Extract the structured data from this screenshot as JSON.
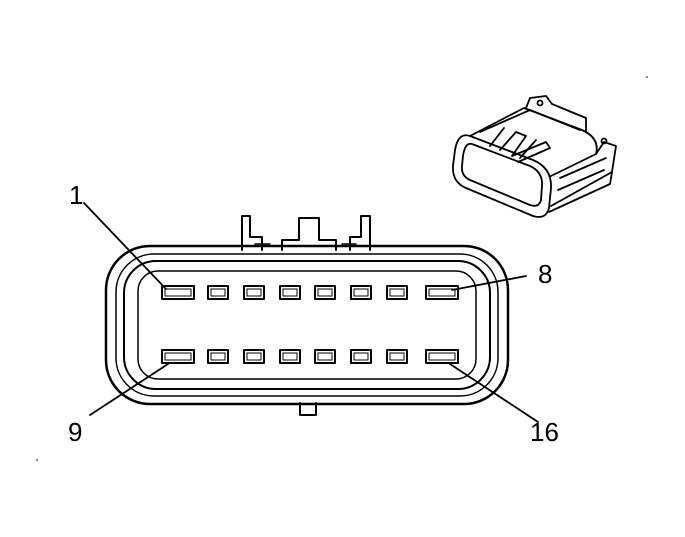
{
  "pin_labels": {
    "top_left": "1",
    "top_right": "8",
    "bottom_left": "9",
    "bottom_right": "16"
  },
  "layout_info": {
    "rows": 2,
    "pins_per_row": 8
  },
  "colors": {
    "ink": "#000000",
    "background": "#ffffff"
  }
}
